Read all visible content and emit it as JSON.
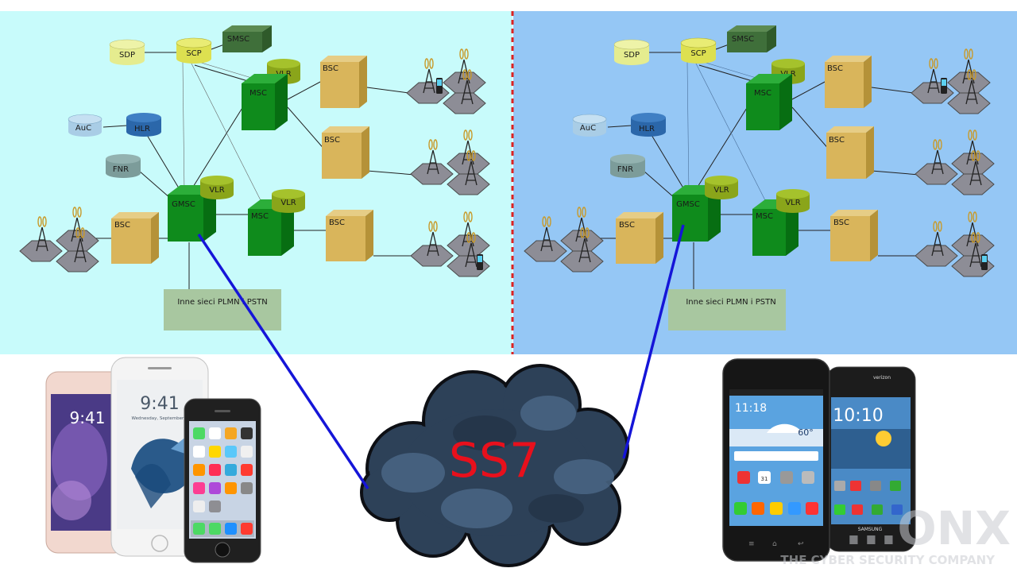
{
  "colors": {
    "left_panel_bg": "#c8fbfb",
    "right_panel_bg": "#95c7f5",
    "divider": "#dd2222",
    "link_line": "#1515d8",
    "msc_green": "#0f8b1c",
    "bsc_tan": "#d9b55b",
    "ss7_text": "#e8101c"
  },
  "network_labels": {
    "sdp": "SDP",
    "scp": "SCP",
    "smsc": "SMSC",
    "vlr": "VLR",
    "msc": "MSC",
    "gmsc": "GMSC",
    "bsc": "BSC",
    "auc": "AuC",
    "hlr": "HLR",
    "fnr": "FNR"
  },
  "left_panel": {
    "pstn_label": "Inne sieci PLMN i PSTN"
  },
  "right_panel": {
    "pstn_label": "Inne sieci PLMN i PSTN"
  },
  "cloud": {
    "label": "SS7"
  },
  "iphones": {
    "time": "9:41",
    "date": "Wednesday, September 9"
  },
  "android": {
    "phone1_time": "11:18",
    "phone1_temp": "60°",
    "phone1_calendar_day": "31",
    "phone2_time": "10:10",
    "phone2_carrier": "verizon",
    "phone2_brand": "SAMSUNG"
  },
  "watermark": {
    "logo": "...ONX",
    "tagline": "THE CYBER SECURITY COMPANY"
  }
}
